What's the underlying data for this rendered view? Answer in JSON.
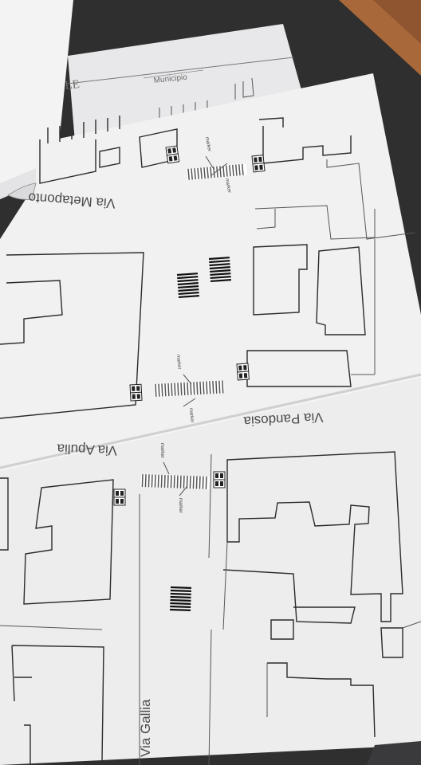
{
  "map": {
    "streets": {
      "metaponto": "Via Metaponto",
      "apulia": "Via Apulia",
      "pandosia": "Via Pandosia",
      "gallia": "Via Gallia"
    },
    "header_fragment": "LE",
    "municipio_fragment": "Municipio",
    "marker_label": "marker",
    "colors": {
      "background": "#2f2f30",
      "paper": "#f2f2f3",
      "ink": "#2b2b2b",
      "wood": "#a8683a"
    },
    "icons": [
      "traffic-light-icon",
      "pedestrian-crossing-icon",
      "barcode-marker-icon"
    ]
  }
}
